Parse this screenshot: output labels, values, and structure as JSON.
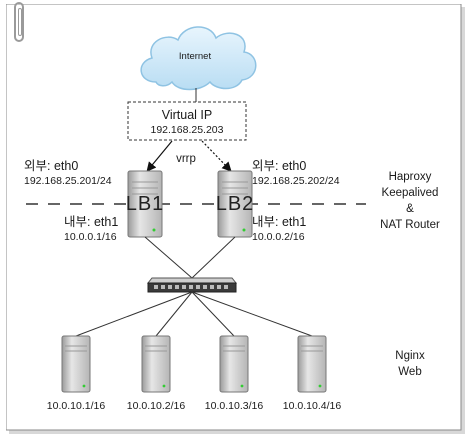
{
  "internet": {
    "label": "Internet"
  },
  "vip": {
    "label": "Virtual IP",
    "ip": "192.168.25.203"
  },
  "vrrp": "vrrp",
  "lb1": {
    "name": "LB1",
    "external_label": "외부: eth0",
    "external_ip": "192.168.25.201/24",
    "internal_label": "내부: eth1",
    "internal_ip": "10.0.0.1/16"
  },
  "lb2": {
    "name": "LB2",
    "external_label": "외부: eth0",
    "external_ip": "192.168.25.202/24",
    "internal_label": "내부: eth1",
    "internal_ip": "10.0.0.2/16"
  },
  "lb_role": {
    "line1": "Haproxy",
    "line2": "Keepalived",
    "line3": "&",
    "line4": "NAT Router"
  },
  "web_role": {
    "line1": "Nginx",
    "line2": "Web"
  },
  "web_servers": [
    {
      "ip": "10.0.10.1/16"
    },
    {
      "ip": "10.0.10.2/16"
    },
    {
      "ip": "10.0.10.3/16"
    },
    {
      "ip": "10.0.10.4/16"
    }
  ],
  "colors": {
    "frame_border": "#8a8a8a",
    "cloud_fill": "#cfe8f7",
    "cloud_stroke": "#8fc3e3"
  }
}
